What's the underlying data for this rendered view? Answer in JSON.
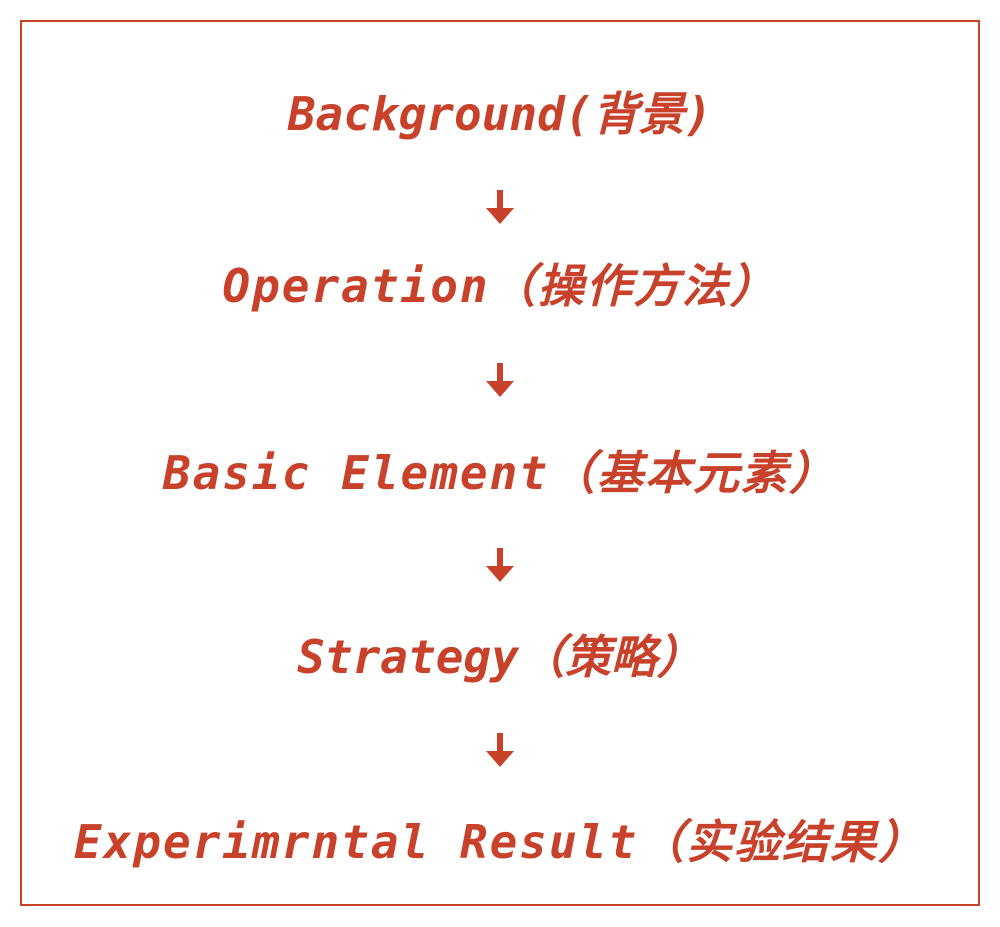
{
  "diagram": {
    "accent_color": "#c8412a",
    "steps": [
      "Background(背景)",
      "Operation（操作方法）",
      "Basic Element（基本元素）",
      "Strategy（策略）",
      "Experimrntal Result（实验结果）"
    ],
    "connector_icon": "down-arrow-icon"
  }
}
